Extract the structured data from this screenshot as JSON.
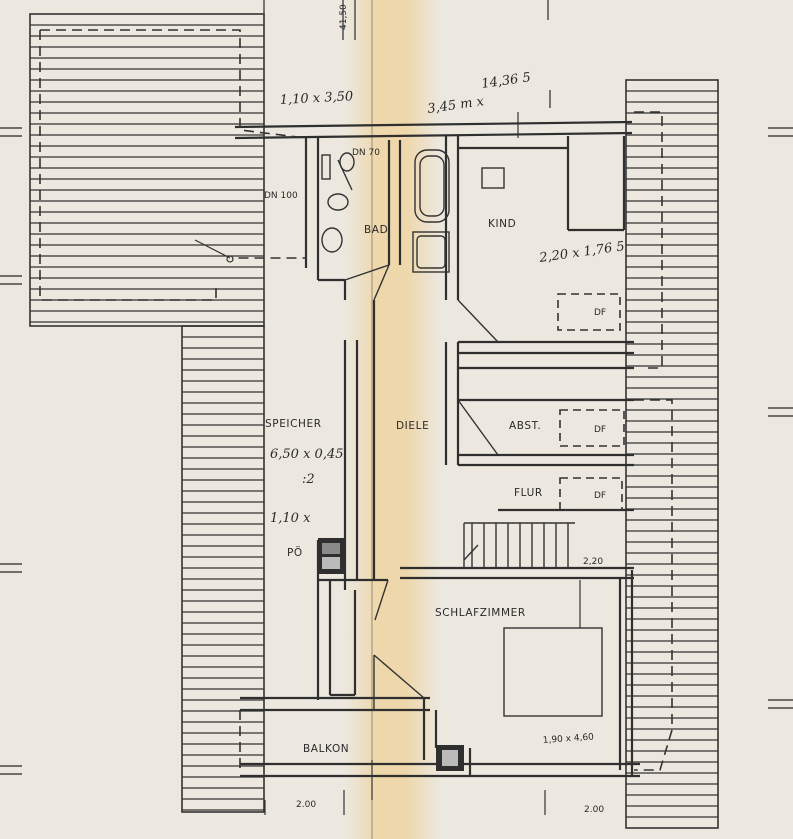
{
  "plan": {
    "rooms": {
      "bad": "BAD",
      "kind": "KIND",
      "speicher": "SPEICHER",
      "diele": "DIELE",
      "abst": "ABST.",
      "flur": "FLUR",
      "schlafzimmer": "SCHLAFZIMMER",
      "balkon": "BALKON",
      "poe": "PÖ"
    },
    "fixtures": {
      "dn100": "DN 100",
      "dn70": "DN 70",
      "df1": "DF",
      "df2": "DF",
      "df3": "DF"
    },
    "dimensions": {
      "top_chimney": "41,50",
      "bad_dims": "1,10 x 3,50",
      "width_note": "3,45 m x",
      "total_width": "14,36 5",
      "kind_dims": "2,20 x 1,76 5",
      "speicher_dims": "6,50 x 0,45",
      "speicher_div": ":2",
      "speicher_dims2": "1,10 x",
      "stair_dim": "2,20",
      "bed_dims": "1,90 x 4,60",
      "bottom_left": "2.00",
      "bottom_right": "2.00"
    }
  },
  "colors": {
    "paper": "#ece8df",
    "ink": "#2f2f2f",
    "stain": "#efd19a"
  }
}
